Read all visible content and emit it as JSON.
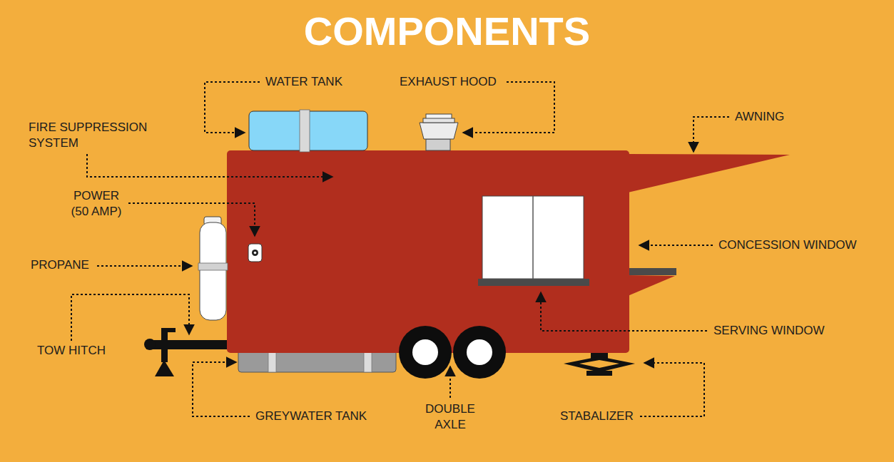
{
  "diagram": {
    "title": "COMPONENTS",
    "labels": [
      "WATER TANK",
      "EXHAUST HOOD",
      "AWNING",
      "FIRE SUPPRESSION SYSTEM",
      "POWER (50 AMP)",
      "CONCESSION WINDOW",
      "PROPANE",
      "SERVING WINDOW",
      "TOW HITCH",
      "GREYWATER TANK",
      "DOUBLE AXLE",
      "STABALIZER"
    ]
  }
}
